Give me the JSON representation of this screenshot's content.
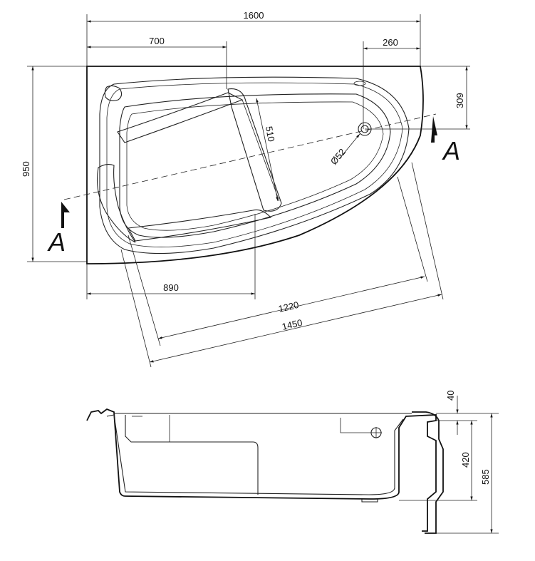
{
  "plan_view": {
    "dimensions": {
      "overall_length": "1600",
      "seat_width": "700",
      "drain_offset": "260",
      "drain_to_edge": "309",
      "overall_width": "950",
      "basin_width": "510",
      "drain_diameter": "Ø52",
      "front_length": "890",
      "inner_length": "1220",
      "outer_length": "1450"
    },
    "section_marks": [
      "A",
      "A"
    ]
  },
  "section_view": {
    "dimensions": {
      "rim_height": "40",
      "depth": "420",
      "total_height": "585"
    }
  }
}
